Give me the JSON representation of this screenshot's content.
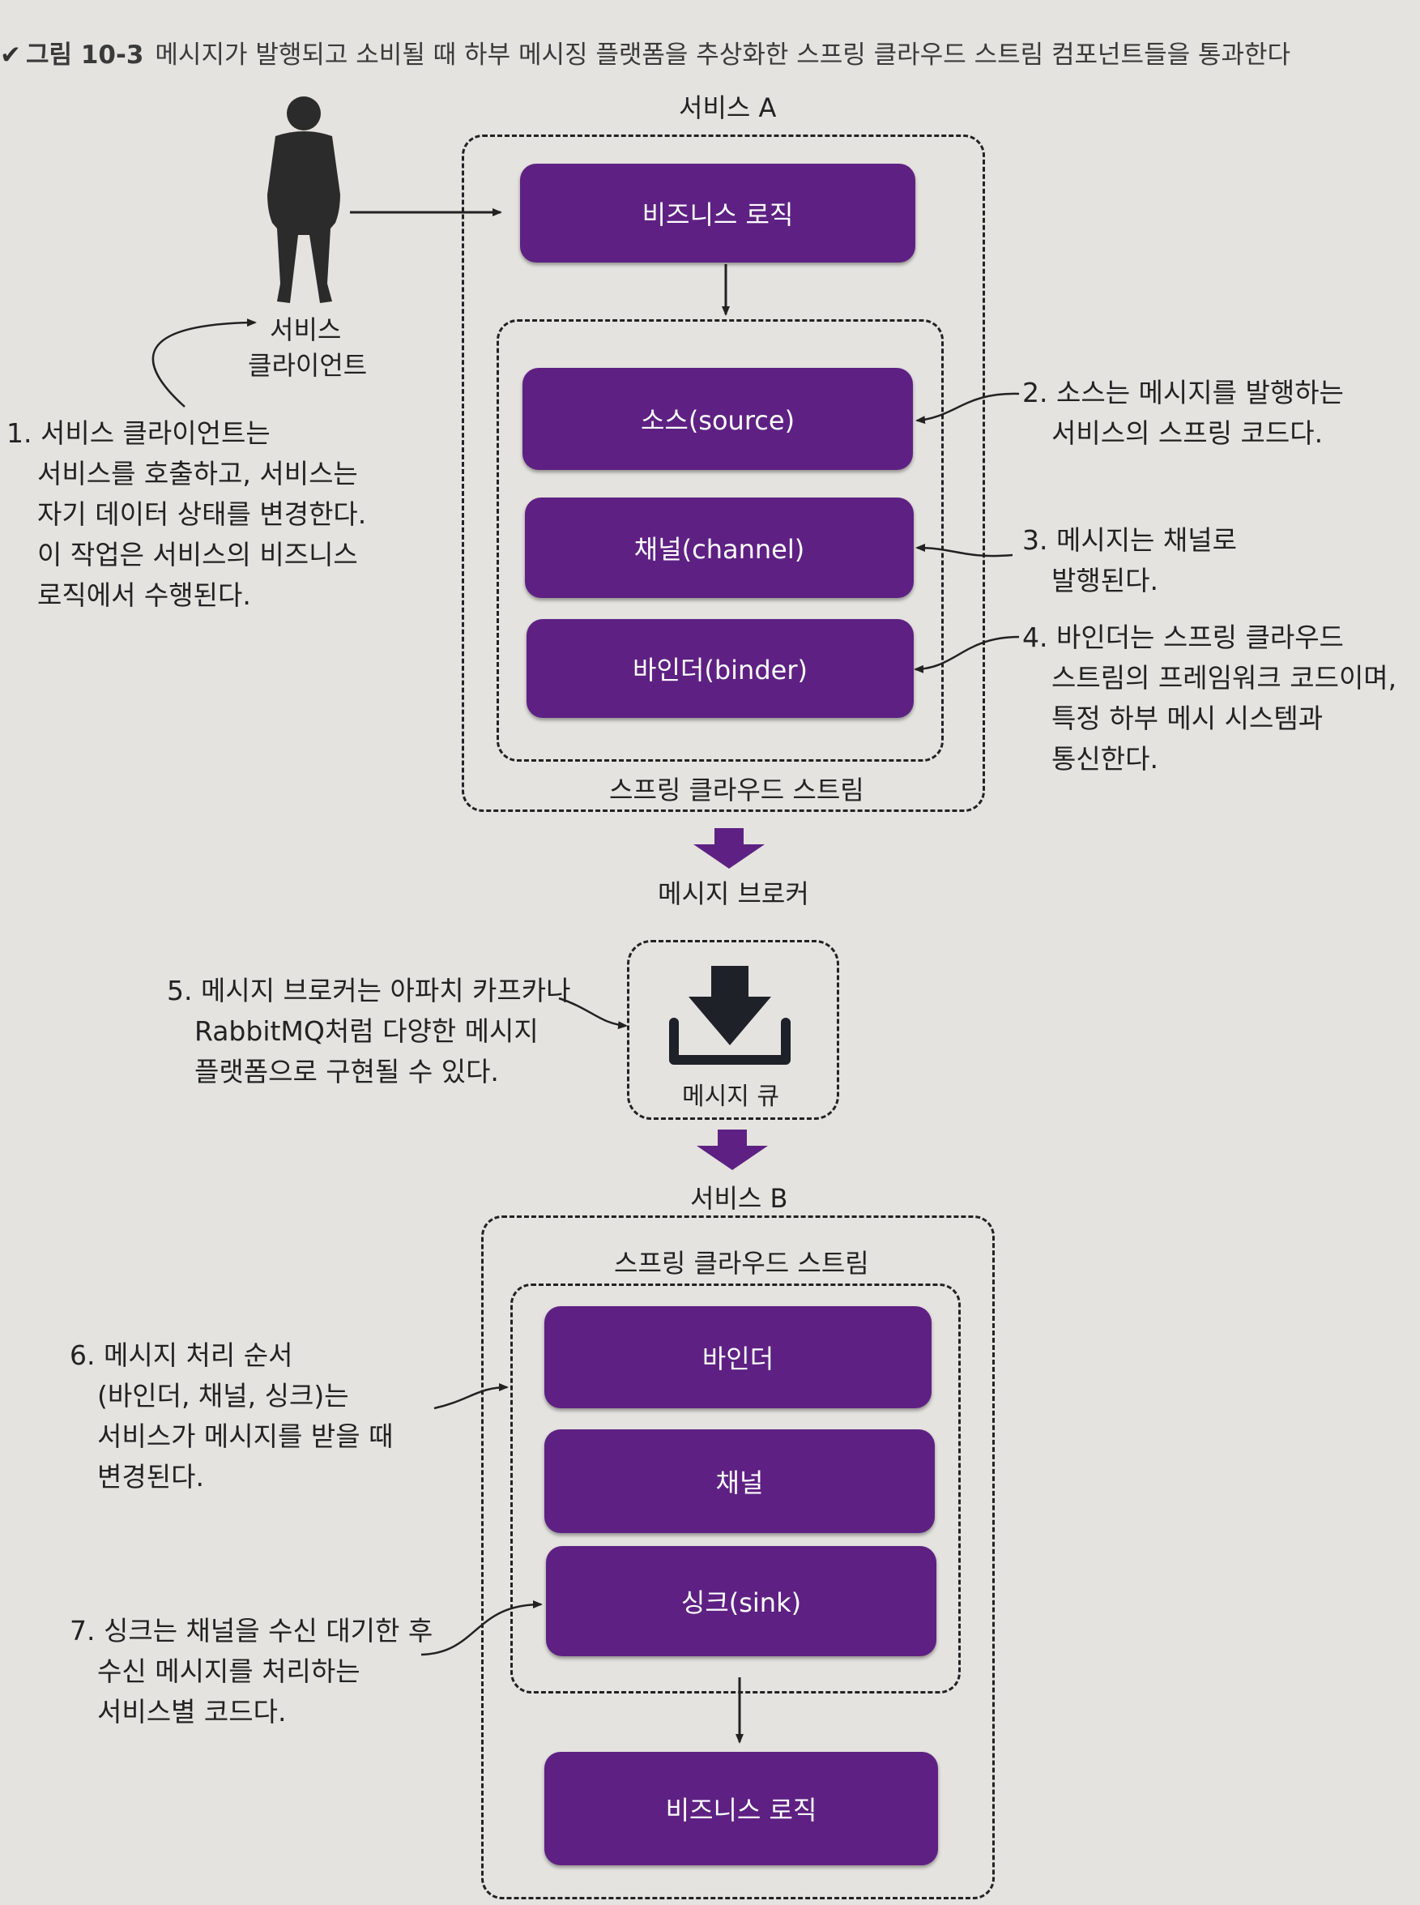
{
  "caption": {
    "figure_no": "그림 10-3",
    "text": "메시지가 발행되고 소비될 때 하부 메시징 플랫폼을 추상화한 스프링 클라우드 스트림 컴포넌트들을 통과한다"
  },
  "service_a": {
    "title": "서비스 A",
    "business_logic": "비즈니스 로직",
    "stream_title": "스프링 클라우드 스트림",
    "source": "소스(source)",
    "channel": "채널(channel)",
    "binder": "바인더(binder)"
  },
  "client": {
    "line1": "서비스",
    "line2": "클라이언트"
  },
  "broker": {
    "title": "메시지 브로커",
    "queue": "메시지 큐"
  },
  "service_b": {
    "title": "서비스 B",
    "stream_title": "스프링 클라우드 스트림",
    "binder": "바인더",
    "channel": "채널",
    "sink": "싱크(sink)",
    "business_logic": "비즈니스 로직"
  },
  "notes": {
    "n1": [
      "1. 서비스 클라이언트는",
      "서비스를 호출하고, 서비스는",
      "자기 데이터 상태를 변경한다.",
      "이 작업은 서비스의 비즈니스",
      "로직에서 수행된다."
    ],
    "n2": [
      "2. 소스는 메시지를 발행하는",
      "서비스의 스프링 코드다."
    ],
    "n3": [
      "3. 메시지는 채널로",
      "발행된다."
    ],
    "n4": [
      "4. 바인더는 스프링 클라우드",
      "스트림의 프레임워크 코드이며,",
      "특정 하부 메시 시스템과",
      "통신한다."
    ],
    "n5": [
      "5. 메시지 브로커는 아파치 카프카나",
      "RabbitMQ처럼 다양한 메시지",
      "플랫폼으로 구현될 수 있다."
    ],
    "n6": [
      "6. 메시지 처리 순서",
      "(바인더, 채널, 싱크)는",
      "서비스가 메시지를 받을 때",
      "변경된다."
    ],
    "n7": [
      "7. 싱크는 채널을 수신 대기한 후",
      "수신 메시지를 처리하는",
      "서비스별 코드다."
    ]
  },
  "colors": {
    "box_fill": "#5e2183",
    "page_bg": "#e4e3df",
    "line": "#222222"
  }
}
